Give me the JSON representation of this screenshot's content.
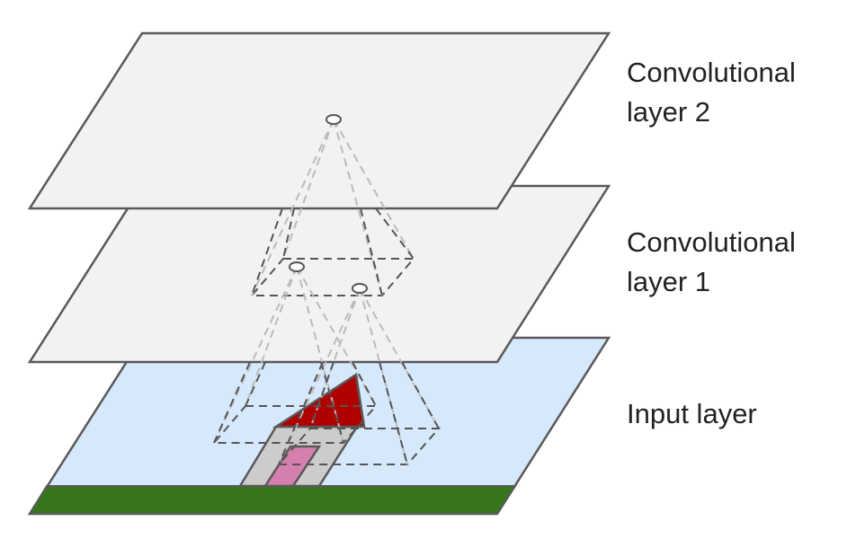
{
  "labels": {
    "conv2_line1": "Convolutional",
    "conv2_line2": "layer 2",
    "conv1_line1": "Convolutional",
    "conv1_line2": "layer 1",
    "input": "Input layer"
  },
  "colors": {
    "plane": "#f2f2f2",
    "input_plane": "#d6e8fb",
    "ground": "#38761d",
    "roof": "#b00000",
    "wall": "#cccccc",
    "door": "#d57fae",
    "stroke": "#595959",
    "dash_front": "#555555",
    "dash_back": "#bbbbbb"
  }
}
